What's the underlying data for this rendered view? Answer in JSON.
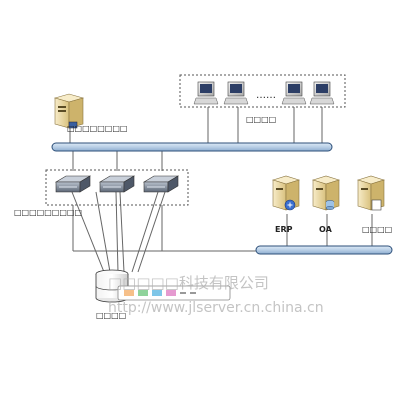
{
  "labels": {
    "top_server": "□□□□□□□□",
    "bus_top": "□□□□",
    "switch_cluster": "□□□□□□□□□",
    "erp": "ERP",
    "oa": "OA",
    "bus_right": "□□□□",
    "storage": "□□□□",
    "ellipsis": "……"
  },
  "watermark": {
    "line1": "□□□□□科技有限公司",
    "line2": "http://www.jlserver.cn.china.cn"
  },
  "colors": {
    "bus_fill": "#b9cfe6",
    "bus_stroke": "#2d4f79",
    "line": "#666666",
    "dash_box": "#555555",
    "server_body": "#eedca6",
    "switch_body": "#8a94a3",
    "watermark": "#c9c9c9"
  }
}
